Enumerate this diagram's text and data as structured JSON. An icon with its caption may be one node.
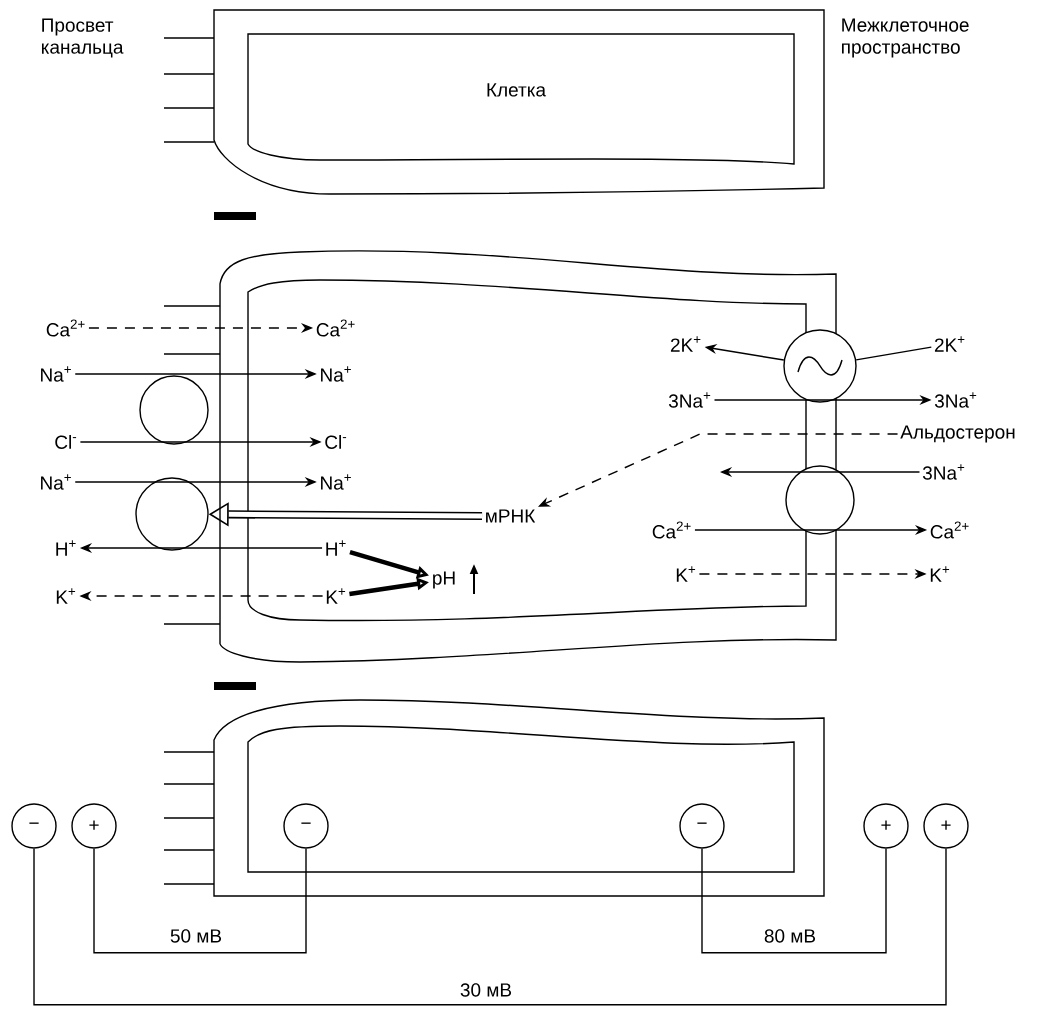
{
  "diagram": {
    "nodes": [
      {
        "text": [
          "Клетка"
        ]
      },
      {
        "text": [
          "Ca$^{2+}$"
        ]
      },
      {
        "text": [
          "Ca$^{2+}$"
        ]
      },
      {
        "text": [
          "Na$^{+}$"
        ]
      },
      {
        "text": [
          "Na$^{+}$"
        ]
      },
      {
        "text": [
          "Cl$^{-}$"
        ]
      },
      {
        "text": [
          "Cl$^{-}$"
        ]
      },
      {
        "text": [
          "Na$^{+}$"
        ]
      },
      {
        "text": [
          "Na$^{+}$"
        ]
      },
      {
        "text": [
          "H$^{+}$"
        ]
      },
      {
        "text": [
          "H$^{+}$"
        ]
      },
      {
        "text": [
          "K$^{+}$"
        ]
      },
      {
        "text": [
          "K$^{+}$"
        ]
      },
      {
        "text": [
          "pH"
        ]
      },
      {
        "text": [
          "мРНК"
        ]
      },
      {
        "text": [],
        "shape": "circle"
      },
      {
        "text": [],
        "shape": "circle"
      },
      {
        "text": [
          "2K$^{+}$"
        ]
      },
      {
        "text": [
          "2K$^{+}$"
        ]
      },
      {
        "text": [
          "3Na$^{+}$"
        ]
      },
      {
        "text": [
          "3Na$^{+}$"
        ]
      },
      {
        "text": [
          "Альдостерон"
        ]
      },
      {
        "text": [
          "3Na$^{+}$"
        ]
      },
      {
        "text": [
          "Ca$^{2+}$"
        ]
      },
      {
        "text": [
          "Ca$^{2+}$"
        ]
      },
      {
        "text": [
          "K$^{+}$"
        ]
      },
      {
        "text": [
          "K$^{+}$"
        ]
      },
      {
        "text": [],
        "shape": "circle"
      },
      {
        "text": [],
        "shape": "circle"
      },
      {
        "text": [
          "−"
        ]
      },
      {
        "text": [
          "+"
        ]
      },
      {
        "text": [
          "−"
        ]
      },
      {
        "text": [
          "−"
        ]
      },
      {
        "text": [
          "+"
        ]
      },
      {
        "text": [
          "+"
        ]
      }
    ],
    "edges": [
      {
        "from": 1,
        "to": 2,
        "arrow": "to",
        "style": "dashed"
      },
      {
        "from": 3,
        "to": 4,
        "arrow": "to"
      },
      {
        "from": 5,
        "to": 6,
        "arrow": "to"
      },
      {
        "from": 7,
        "to": 8,
        "arrow": "to"
      },
      {
        "from": 10,
        "to": 9,
        "arrow": "to"
      },
      {
        "from": 12,
        "to": 11,
        "arrow": "to",
        "style": "dashed"
      },
      {
        "from": 10,
        "to": 13,
        "arrow": "to",
        "style": "thick"
      },
      {
        "from": 12,
        "to": 13,
        "arrow": "to",
        "style": "thick"
      },
      {
        "from": 14,
        "to": 16,
        "arrow": "to",
        "style": "thick"
      },
      {
        "from": 18,
        "to": 27,
        "arrow": "none"
      },
      {
        "from": 27,
        "to": 17,
        "arrow": "to"
      },
      {
        "from": 19,
        "to": 20,
        "arrow": "to"
      },
      {
        "from": 21,
        "to": 14,
        "arrow": "to",
        "style": "dashed"
      },
      {
        "from": 22,
        "to": null,
        "arrow": "to"
      },
      {
        "from": 23,
        "to": 24,
        "arrow": "to"
      },
      {
        "from": 25,
        "to": 26,
        "arrow": "to",
        "style": "dashed"
      },
      {
        "from": 30,
        "to": 31,
        "arrow": "none",
        "label": "50 мВ"
      },
      {
        "from": 32,
        "to": 33,
        "arrow": "none",
        "label": "80 мВ"
      },
      {
        "from": 29,
        "to": 34,
        "arrow": "none",
        "label": "30 мВ"
      }
    ],
    "labels": [
      "Просвет канальца",
      "Межклеточное пространство"
    ]
  }
}
